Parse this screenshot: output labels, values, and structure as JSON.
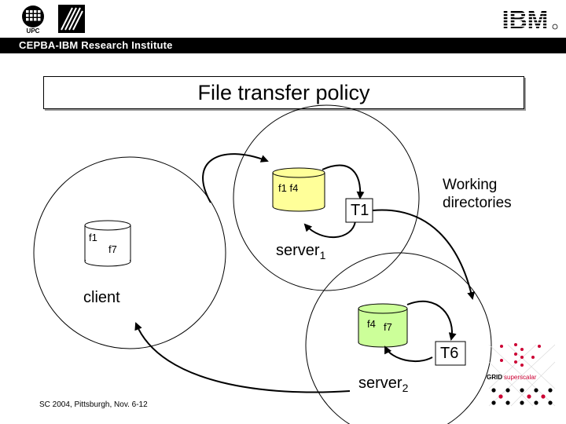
{
  "header": {
    "institute": "CEPBA-IBM Research Institute",
    "ibm_logo_text": "IBM",
    "upc_logo_text": "UPC"
  },
  "slide": {
    "title": "File transfer policy"
  },
  "diagram": {
    "client": {
      "label": "client",
      "files": [
        "f1",
        "f7"
      ]
    },
    "server1": {
      "label": "server",
      "subscript": "1",
      "task": "T1",
      "files": "f1 f4",
      "storage_color": "#ffff99"
    },
    "server2": {
      "label": "server",
      "subscript": "2",
      "task": "T6",
      "files": [
        "f4",
        "f7"
      ],
      "storage_color": "#ccff99"
    },
    "annotation": {
      "line1": "Working",
      "line2": "directories"
    }
  },
  "footer": {
    "text": "SC 2004, Pittsburgh, Nov. 6-12"
  },
  "grid_logo": {
    "grid": "GRID",
    "superscalar": "superscalar",
    "grid_color": "#000000",
    "superscalar_color": "#cc0033"
  }
}
